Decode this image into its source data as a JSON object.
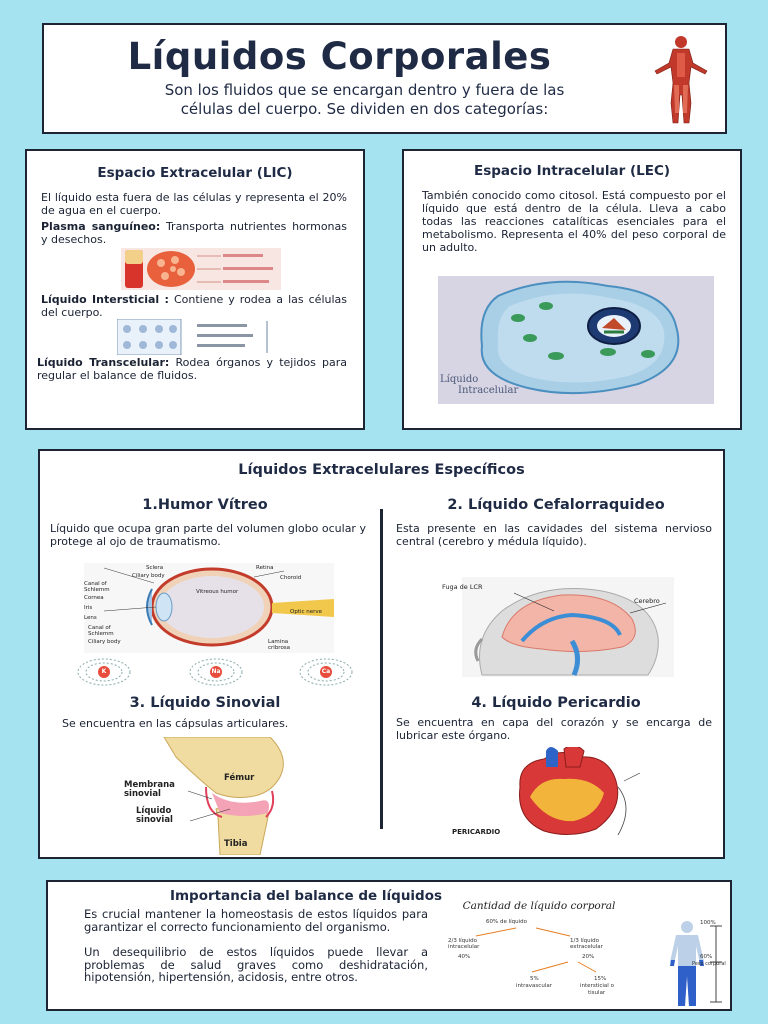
{
  "header": {
    "title": "Líquidos Corporales",
    "subtitle_line1": "Son los fluidos que se encargan dentro y fuera de las",
    "subtitle_line2": "células del cuerpo. Se dividen en dos categorías:"
  },
  "lic": {
    "heading": "Espacio Extracelular (LIC)",
    "intro": "El líquido esta fuera de las células y representa el 20% de agua en el cuerpo.",
    "plasma_label": "Plasma sanguíneo:",
    "plasma_text": " Transporta nutrientes hormonas y desechos.",
    "intersticial_label": "Líquido Intersticial :",
    "intersticial_text": " Contiene y rodea a las células del cuerpo.",
    "transcelular_label": "Líquido Transcelular:",
    "transcelular_text": " Rodea órganos y tejidos para regular el balance de fluidos."
  },
  "lec": {
    "heading": "Espacio Intracelular (LEC)",
    "text": "También conocido como citosol. Está compuesto por el líquido que está dentro de la célula. Lleva a cabo todas las reacciones catalíticas esenciales para el metabolismo. Representa el 40% del peso corporal de un adulto.",
    "image_caption_line1": "Líquido",
    "image_caption_line2": "Intracelular"
  },
  "specific": {
    "heading": "Líquidos Extracelulares Específicos",
    "items": [
      {
        "title": "1.Humor Vítreo",
        "text": "Líquido que ocupa gran parte del volumen globo ocular y protege al ojo de traumatismo."
      },
      {
        "title": "2. Líquido Cefalorraquideo",
        "text": "Esta presente en las cavidades del sistema nervioso central (cerebro y médula líquido)."
      },
      {
        "title": "3. Líquido Sinovial",
        "text": "Se encuentra en las cápsulas articulares."
      },
      {
        "title": "4. Líquido Pericardio",
        "text": "Se encuentra en capa del corazón y se encarga de lubricar este órgano."
      }
    ],
    "eye_labels": {
      "sclera": "Sclera",
      "ciliary_body": "Ciliary body",
      "canal": "Canal of Schlemm",
      "cornea": "Cornea",
      "iris": "Iris",
      "lens": "Lens",
      "canal2": "Canal of Schlemm",
      "ciliary_body2": "Ciliary body",
      "retina": "Retina",
      "choroid": "Choroid",
      "vitreous": "Vitreous humor",
      "optic": "Optic nerve",
      "lamina": "Lamina cribrosa"
    },
    "ions": [
      "K",
      "Na",
      "Ca"
    ],
    "brain_labels": {
      "fuga": "Fuga de LCR",
      "cerebro": "Cerebro"
    },
    "knee_labels": {
      "membrana_line1": "Membrana",
      "membrana_line2": "sinovial",
      "femur": "Fémur",
      "liquido_line1": "Líquido",
      "liquido_line2": "sinovial",
      "tibia": "Tibia"
    },
    "heart_label": "PERICARDIO"
  },
  "importance": {
    "heading": "Importancia del balance de líquidos",
    "p1": "Es crucial mantener la homeostasis de estos líquidos para garantizar el correcto funcionamiento del organismo.",
    "p2": "Un desequilibrio de estos líquidos puede llevar a problemas de salud graves como deshidratación, hipotensión, hipertensión, acidosis, entre otros.",
    "chart_title": "Cantidad de líquido corporal",
    "chart_top": "60% de líquido",
    "chart_left_line1": "2/3 líquido",
    "chart_left_line2": "intracelular",
    "chart_left_pct": "40%",
    "chart_right_line1": "1/3 líquido",
    "chart_right_line2": "extracelular",
    "chart_right_pct": "20%",
    "chart_bl_pct": "5%",
    "chart_bl_label": "intravascular",
    "chart_br_pct": "15%",
    "chart_br_line1": "intersticial o",
    "chart_br_line2": "tisular",
    "scale_top": "100%",
    "scale_mid": "60%",
    "scale_mid_label": "Peso corporal"
  },
  "colors": {
    "background": "#a6e3f0",
    "border": "#1d2434",
    "heading": "#1f2a44"
  }
}
